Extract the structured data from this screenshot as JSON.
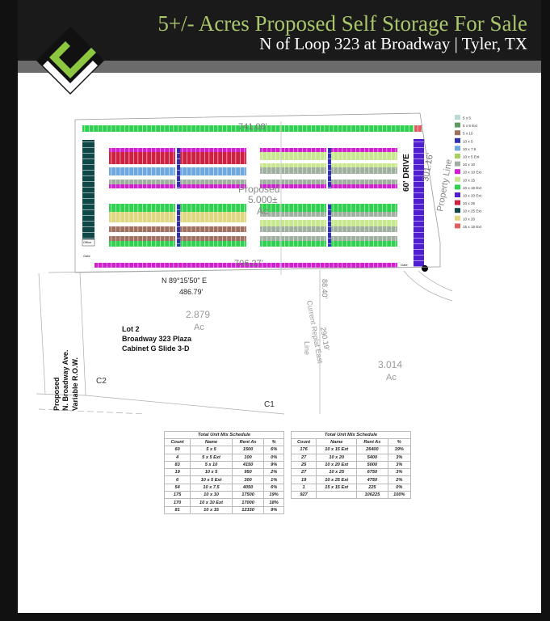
{
  "header": {
    "title": "5+/- Acres Proposed Self Storage For Sale",
    "subtitle": "N of Loop 323 at Broadway | Tyler, TX"
  },
  "colors": {
    "title": "#a8c66c",
    "header_bg": "#1a1a1a",
    "logo_green": "#8dc63f"
  },
  "legend": [
    {
      "label": "5 x 5",
      "color": "#b8dcd4"
    },
    {
      "label": "5 x 5 Ext",
      "color": "#5e9a5e"
    },
    {
      "label": "5 x 10",
      "color": "#a07060"
    },
    {
      "label": "10 x 5",
      "color": "#3030b0"
    },
    {
      "label": "10 x 7.5",
      "color": "#6ea8e0"
    },
    {
      "label": "10 x 5 Ext",
      "color": "#a8d060"
    },
    {
      "label": "10 x 10",
      "color": "#a0b0a0"
    },
    {
      "label": "10 x 10 Ext",
      "color": "#d020d0"
    },
    {
      "label": "10 x 15",
      "color": "#c8e890"
    },
    {
      "label": "10 x 15 Ext",
      "color": "#30d050"
    },
    {
      "label": "10 x 20 Ext",
      "color": "#5020d0"
    },
    {
      "label": "10 x 25",
      "color": "#d02040"
    },
    {
      "label": "10 x 25 Ext",
      "color": "#104848"
    },
    {
      "label": "10 x 20",
      "color": "#e0d880"
    },
    {
      "label": "15 x 15 Ext",
      "color": "#e06060"
    }
  ],
  "plan": {
    "top_dim": "741.08'",
    "bottom_dim": "706.27'",
    "center_1": "Proposed",
    "center_2": "5.000±",
    "center_3": "Ac",
    "drive": "60' DRIVE",
    "right_dim": "301.16'",
    "property": "Property Line",
    "office": "Office",
    "gate_left": "Gate",
    "gate_right": "Gate",
    "bearing": "N 89°15'50\" E",
    "bearing_dist": "486.79'",
    "lot_acres": "2.879",
    "lot_ac": "Ac",
    "lot_1": "Lot 2",
    "lot_2": "Broadway 323 Plaza",
    "lot_3": "Cabinet G Slide 3-D",
    "east_dim1": "88.40'",
    "east_line_1": "Current Replat East",
    "east_line_2": "Line",
    "east_dim2": "290.19'",
    "east_acres": "3.014",
    "east_ac": "Ac",
    "c1": "C1",
    "c2": "C2",
    "road_1": "Proposed",
    "road_2": "N. Broadway Ave.",
    "road_3": "Variable R.O.W."
  },
  "tables": [
    {
      "title": "Total Unit Mix Schedule",
      "headers": [
        "Count",
        "Name",
        "Rent As",
        "%"
      ],
      "rows": [
        [
          "60",
          "5 x 5",
          "1500",
          "6%"
        ],
        [
          "4",
          "5 x 5 Ext",
          "100",
          "0%"
        ],
        [
          "83",
          "5 x 10",
          "4150",
          "9%"
        ],
        [
          "19",
          "10 x 5",
          "950",
          "2%"
        ],
        [
          "6",
          "10 x 5 Ext",
          "300",
          "1%"
        ],
        [
          "54",
          "10 x 7.5",
          "4050",
          "6%"
        ],
        [
          "175",
          "10 x 10",
          "17500",
          "19%"
        ],
        [
          "170",
          "10 x 10 Ext",
          "17000",
          "18%"
        ],
        [
          "81",
          "10 x 15",
          "12150",
          "9%"
        ]
      ]
    },
    {
      "title": "Total Unit Mix Schedule",
      "headers": [
        "Count",
        "Name",
        "Rent As",
        "%"
      ],
      "rows": [
        [
          "176",
          "10 x 15 Ext",
          "26400",
          "19%"
        ],
        [
          "27",
          "10 x 20",
          "5400",
          "3%"
        ],
        [
          "25",
          "10 x 20 Ext",
          "5000",
          "3%"
        ],
        [
          "27",
          "10 x 25",
          "6750",
          "3%"
        ],
        [
          "19",
          "10 x 25 Ext",
          "4750",
          "2%"
        ],
        [
          "1",
          "15 x 15 Ext",
          "225",
          "0%"
        ],
        [
          "927",
          "",
          "106225",
          "100%"
        ]
      ]
    }
  ]
}
